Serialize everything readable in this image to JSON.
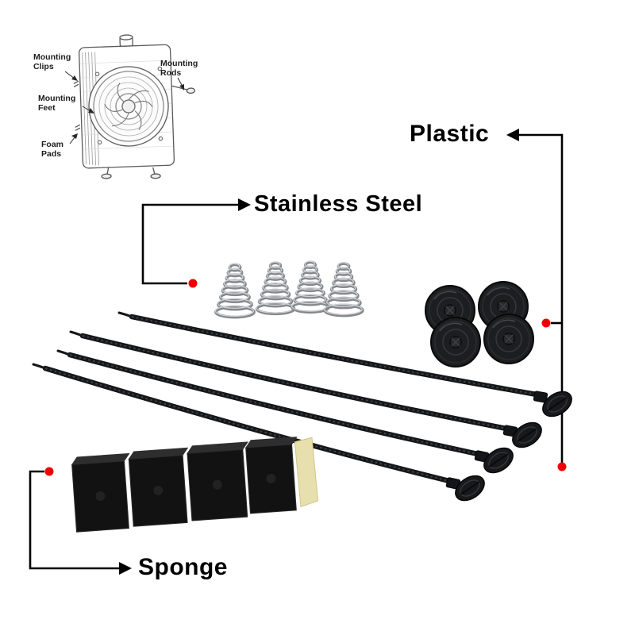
{
  "colors": {
    "red_dot": "#ee0000"
  },
  "callouts": {
    "plastic": "Plastic",
    "stainless_steel": "Stainless Steel",
    "sponge": "Sponge"
  },
  "diagram_labels": {
    "mounting_clips": "Mounting Clips",
    "mounting_rods": "Mounting Rods",
    "mounting_feet": "Mounting Feet",
    "foam_pads": "Foam Pads"
  }
}
